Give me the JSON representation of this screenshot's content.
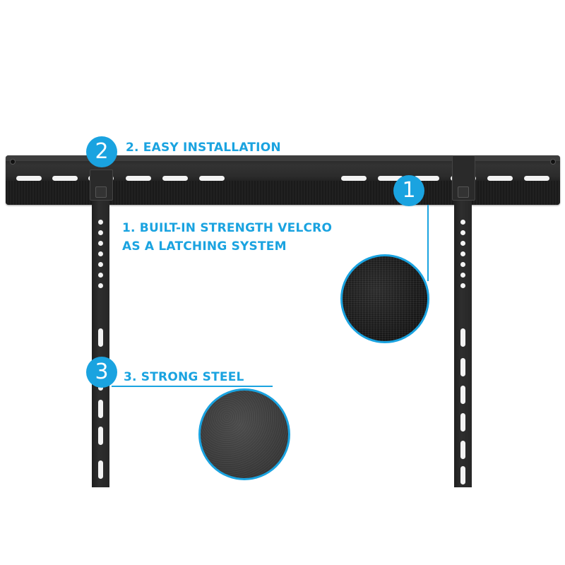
{
  "product": {
    "name": "TV wall mount bracket",
    "colors": {
      "accent": "#1aa3e0",
      "metal": "#2a2a2a",
      "background": "#ffffff"
    }
  },
  "callouts": [
    {
      "number": "1",
      "label_lines": [
        "1. BUILT-IN STRENGTH VELCRO",
        "AS A LATCHING SYSTEM"
      ],
      "texture": "velcro"
    },
    {
      "number": "2",
      "label_lines": [
        "2. EASY INSTALLATION"
      ]
    },
    {
      "number": "3",
      "label_lines": [
        "3. STRONG STEEL"
      ],
      "texture": "steel"
    }
  ],
  "icons": {
    "badge": "numbered-circle-icon",
    "swatch_velcro": "velcro-texture-icon",
    "swatch_steel": "steel-texture-icon"
  }
}
